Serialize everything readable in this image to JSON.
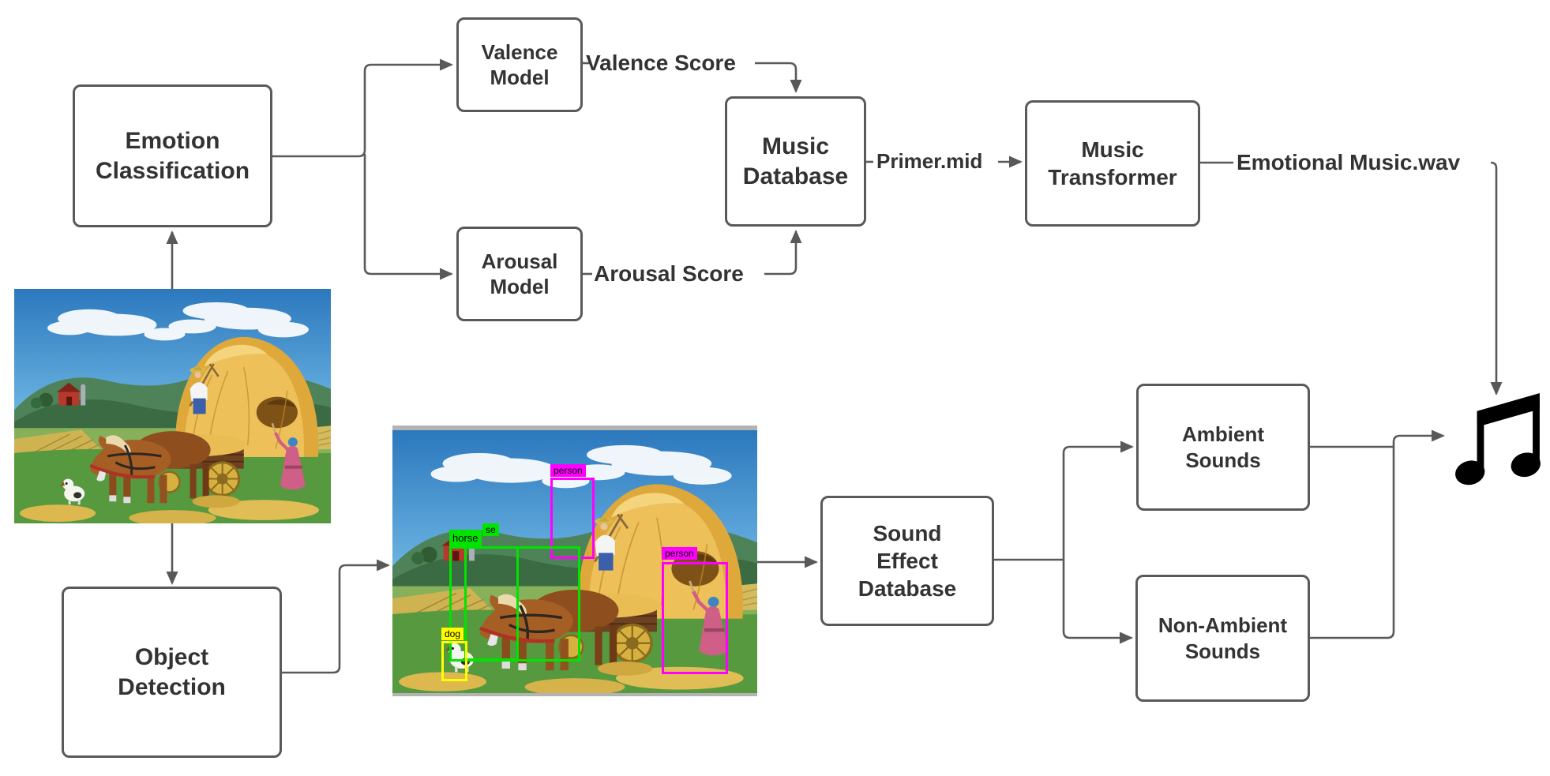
{
  "nodes": {
    "emotion_classification": "Emotion\nClassification",
    "valence_model": "Valence\nModel",
    "arousal_model": "Arousal\nModel",
    "music_database": "Music\nDatabase",
    "music_transformer": "Music\nTransformer",
    "object_detection": "Object\nDetection",
    "sound_effect_database": "Sound\nEffect\nDatabase",
    "ambient_sounds": "Ambient\nSounds",
    "non_ambient_sounds": "Non-Ambient\nSounds"
  },
  "edge_labels": {
    "valence_score": "Valence Score",
    "arousal_score": "Arousal Score",
    "primer": "Primer.mid",
    "emotional_music": "Emotional Music.wav"
  },
  "detections": {
    "person_top": "person",
    "person_right": "person",
    "horse": "horse",
    "horse_partial": "se",
    "dog": "dog"
  },
  "icons": {
    "music_note": "beamed-eighth-notes"
  },
  "colors": {
    "box_border": "#595959",
    "connector": "#595959",
    "node_text": "#333333",
    "person_box": "#ff00ff",
    "horse_box": "#00e400",
    "dog_box": "#ffff00",
    "note_icon": "#000000"
  }
}
